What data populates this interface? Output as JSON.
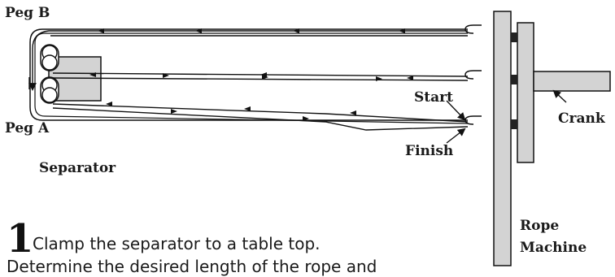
{
  "labels": {
    "peg_b": "Peg B",
    "peg_a": "Peg A",
    "separator": "Separator",
    "start": "Start",
    "finish": "Finish",
    "crank": "Crank",
    "rope_machine_1": "Rope",
    "rope_machine_2": "Machine"
  },
  "step": {
    "number": "1",
    "line1": "Clamp the separator to a table top.",
    "line2": "Determine the desired length of the rope and"
  },
  "colors": {
    "line": "#111111",
    "fill": "#d3d3d3",
    "dark": "#222222"
  }
}
